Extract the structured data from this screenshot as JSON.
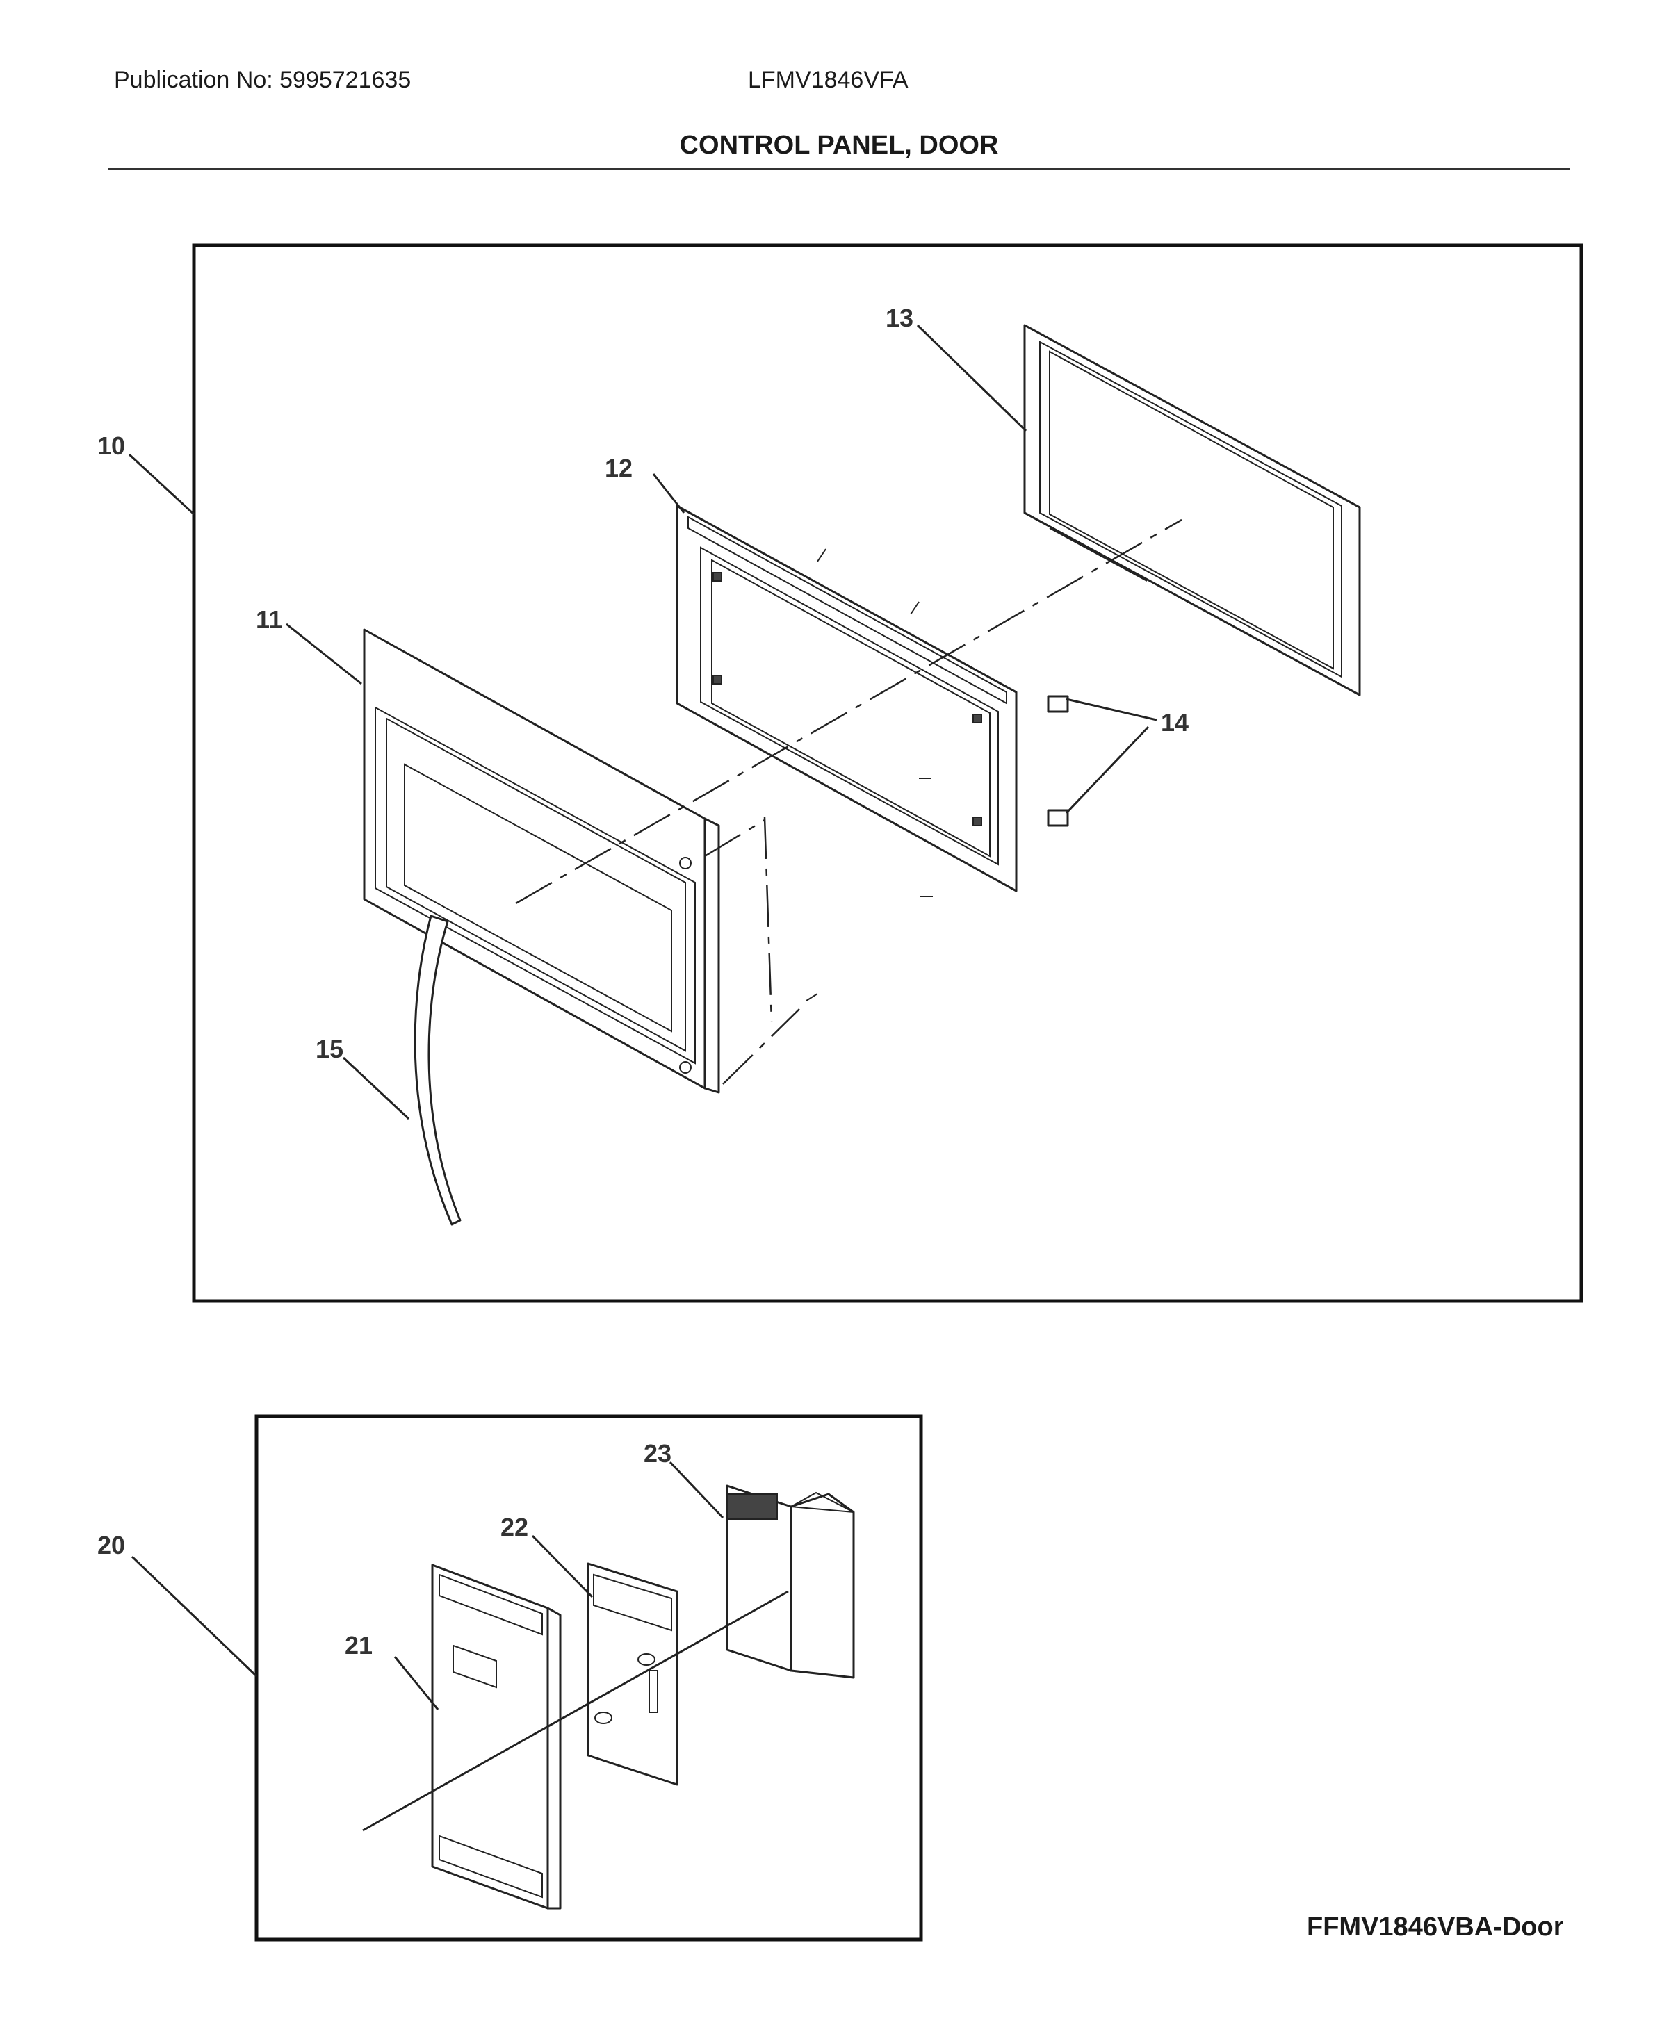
{
  "header": {
    "publication": "Publication No: 5995721635",
    "model": "LFMV1846VFA",
    "title": "CONTROL PANEL, DOOR"
  },
  "callouts": {
    "c10": "10",
    "c11": "11",
    "c12": "12",
    "c13": "13",
    "c14": "14",
    "c15": "15",
    "c20": "20",
    "c21": "21",
    "c22": "22",
    "c23": "23"
  },
  "footer": {
    "reference": "FFMV1846VBA-Door"
  }
}
